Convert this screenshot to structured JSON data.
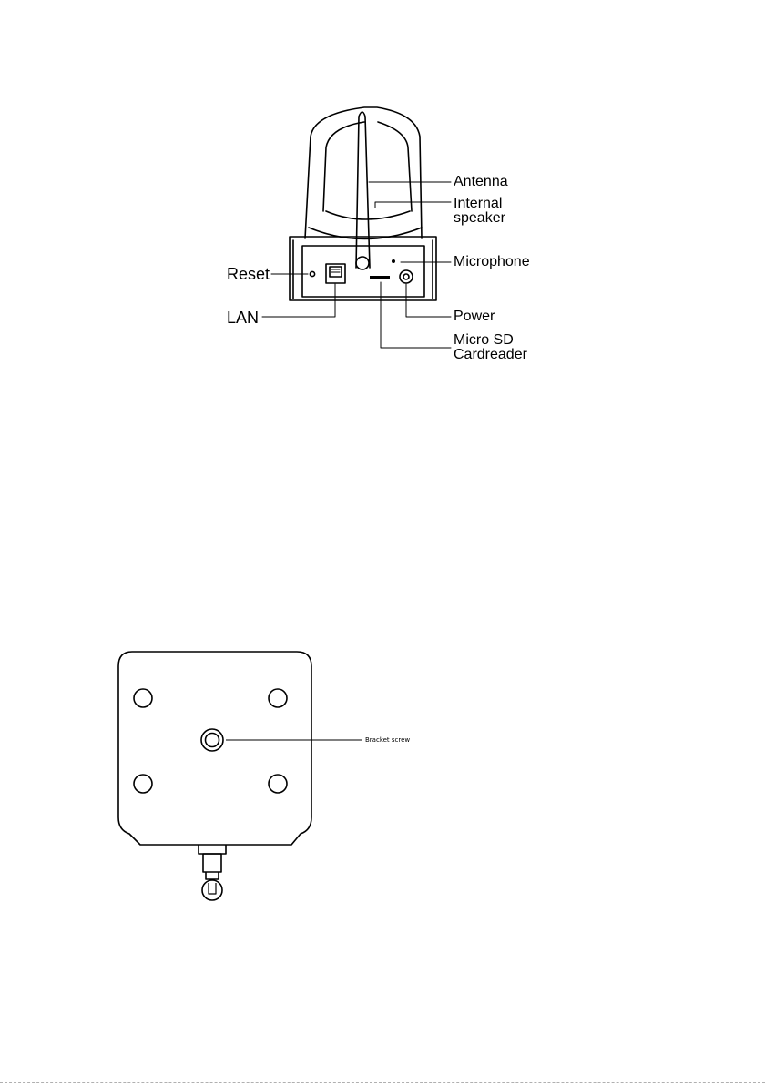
{
  "camera_rear_view": {
    "labels": {
      "antenna": "Antenna",
      "internal_speaker_line1": "Internal",
      "internal_speaker_line2": "speaker",
      "microphone": "Microphone",
      "reset": "Reset",
      "lan": "LAN",
      "power": "Power",
      "micro_sd_line1": "Micro SD",
      "micro_sd_line2": "Cardreader"
    }
  },
  "camera_bottom_view": {
    "labels": {
      "bracket_screw": "Bracket screw"
    }
  }
}
